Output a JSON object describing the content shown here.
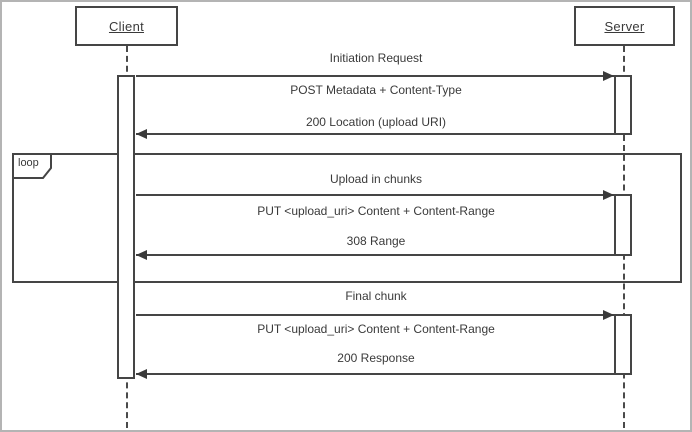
{
  "diagram": {
    "type": "uml-sequence",
    "actors": [
      {
        "label": "Client"
      },
      {
        "label": "Server"
      }
    ],
    "fragment": {
      "label": "loop"
    },
    "sections": [
      {
        "title": "Initiation Request",
        "request": "POST Metadata + Content-Type",
        "response": "200 Location (upload URI)"
      },
      {
        "title": "Upload in chunks",
        "request": "PUT <upload_uri> Content + Content-Range",
        "response": "308 Range",
        "in_loop": true
      },
      {
        "title": "Final chunk",
        "request": "PUT <upload_uri> Content + Content-Range",
        "response": "200 Response"
      }
    ],
    "colors": {
      "line": "#454545",
      "text": "#3a3a3a",
      "background": "#ffffff",
      "frame_border": "#b4b4b4"
    }
  }
}
